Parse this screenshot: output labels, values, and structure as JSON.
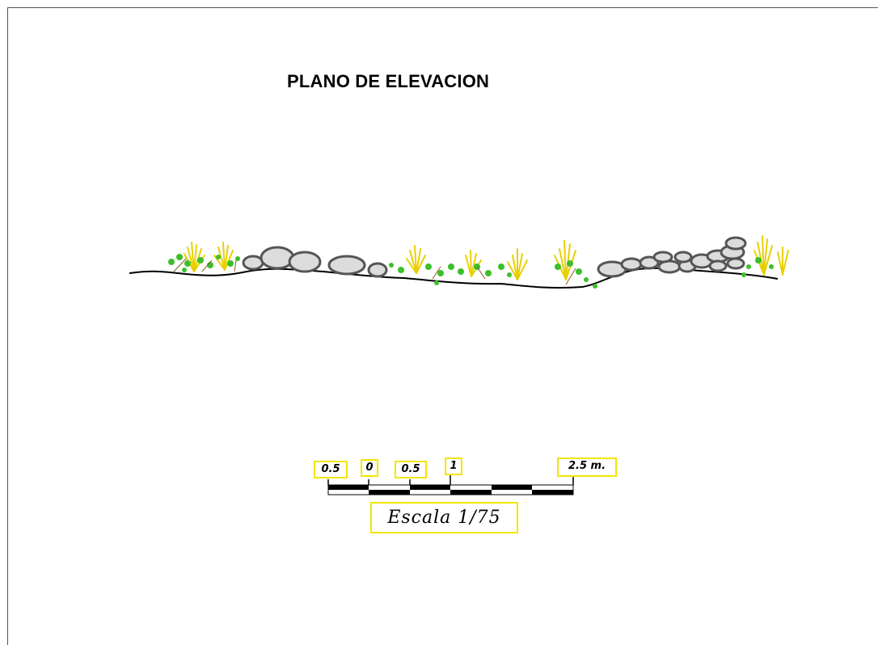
{
  "title": "PLANO DE ELEVACION",
  "scale_bar": {
    "labels": [
      "0.5",
      "0",
      "0.5",
      "1",
      "2.5  m."
    ],
    "caption": "Escala  1/75"
  },
  "colors": {
    "ground_line": "#000000",
    "rock_fill": "#dcdcdc",
    "rock_outline": "#555555",
    "grass": "#e8d000",
    "shrub": "#3cbf2a",
    "label_border": "#f2e600"
  }
}
